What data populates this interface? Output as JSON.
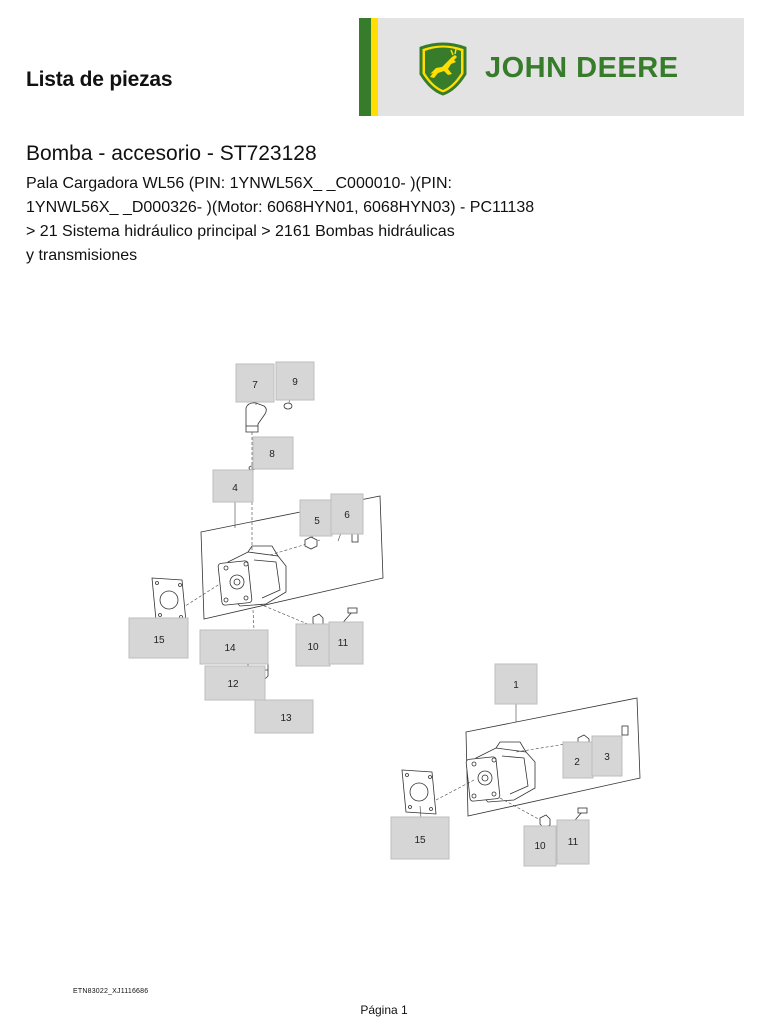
{
  "header": {
    "title": "Lista de piezas",
    "brand": {
      "name": "JOHN DEERE",
      "logo_icon": "deere-leaping-deer-logo",
      "colors": {
        "green": "#367c2b",
        "yellow": "#ffde00",
        "banner_bg": "#e3e3e3"
      }
    }
  },
  "part": {
    "title": "Bomba - accesorio - ST723128",
    "description_lines": [
      "Pala Cargadora WL56 (PIN: 1YNWL56X_ _C000010- )(PIN:",
      "1YNWL56X_ _D000326- )(Motor: 6068HYN01, 6068HYN03) - PC11138",
      "> 21 Sistema hidráulico principal > 2161 Bombas hidráulicas",
      "y transmisiones"
    ]
  },
  "diagram": {
    "callouts": [
      "7",
      "9",
      "8",
      "4",
      "5",
      "6",
      "15",
      "14",
      "10",
      "11",
      "12",
      "13",
      "1",
      "2",
      "3",
      "15",
      "10",
      "11"
    ]
  },
  "footer": {
    "figure_id": "ETN83022_XJ1116686",
    "page": "Página 1"
  }
}
